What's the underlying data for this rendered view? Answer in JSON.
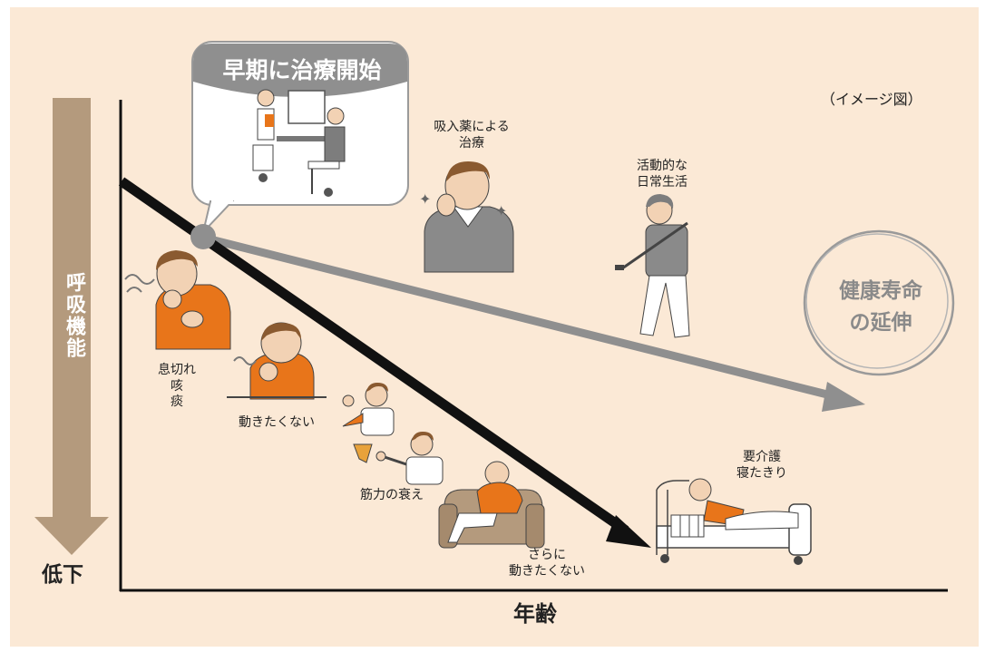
{
  "y_axis": {
    "label": "呼吸機能",
    "bottom": "低下"
  },
  "x_axis": {
    "label": "年齢"
  },
  "note": "（イメージ図）",
  "bubble": {
    "title": "早期に治療開始"
  },
  "goal": {
    "text": "健康寿命\nの延伸"
  },
  "labels": {
    "inhaler": "吸入薬による\n治療",
    "active": "活動的な\n日常生活",
    "breath": "息切れ\n咳\n痰",
    "no_move": "動きたくない",
    "muscle": "筋力の衰え",
    "more_no_move": "さらに\n動きたくない",
    "care": "要介護\n寝たきり"
  },
  "colors": {
    "background": "#fbe9d6",
    "axis_arrow": "#b49a7d",
    "decline_arrow": "#111111",
    "treatment_arrow": "#8f8f8f",
    "accent_orange": "#e8751a"
  }
}
